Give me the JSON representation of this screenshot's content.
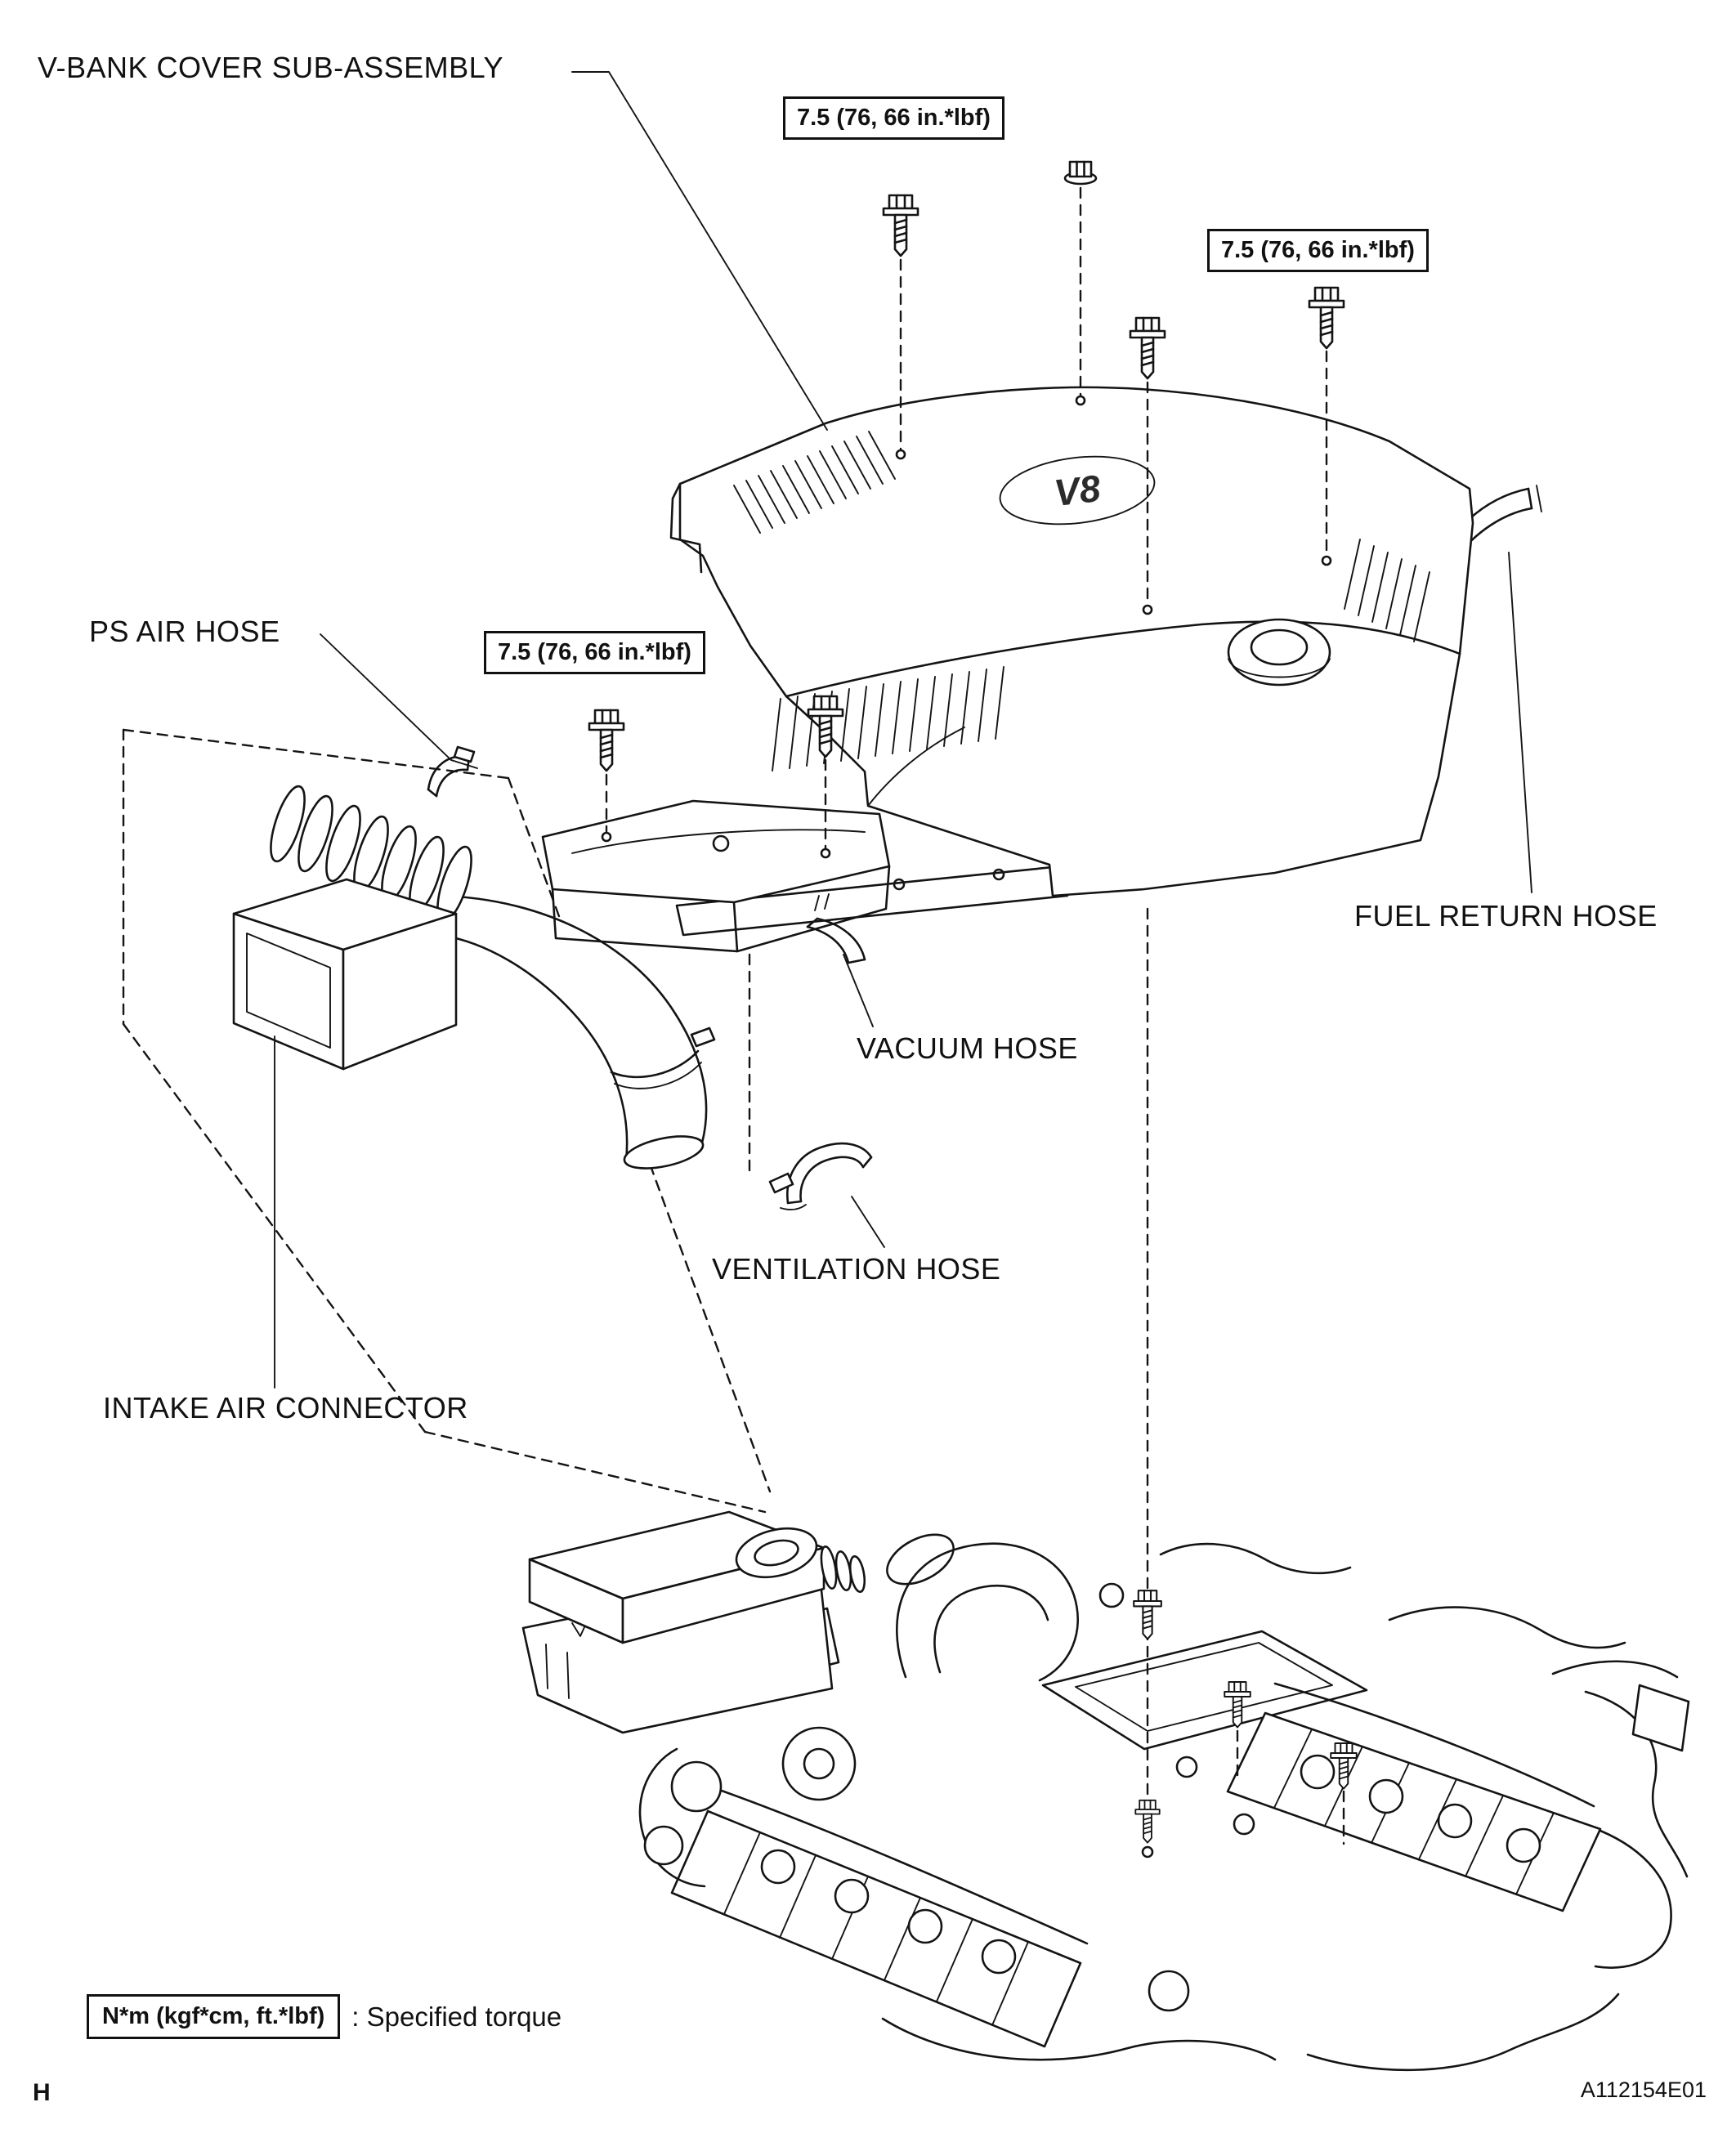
{
  "page": {
    "marker": "H",
    "figure_id": "A112154E01",
    "bg_color": "#ffffff",
    "ink_color": "#141414"
  },
  "labels": {
    "v_bank_cover": "V-BANK COVER SUB-ASSEMBLY",
    "ps_air_hose": "PS AIR HOSE",
    "fuel_return_hose": "FUEL RETURN HOSE",
    "vacuum_hose": "VACUUM HOSE",
    "ventilation_hose": "VENTILATION HOSE",
    "intake_air_connector": "INTAKE AIR CONNECTOR"
  },
  "torque_specs": [
    "7.5 (76, 66 in.*lbf)",
    "7.5 (76, 66 in.*lbf)",
    "7.5 (76, 66 in.*lbf)"
  ],
  "legend": {
    "boxed": "N*m (kgf*cm, ft.*lbf)",
    "description": ": Specified torque"
  },
  "cover": {
    "badge": "V8"
  }
}
